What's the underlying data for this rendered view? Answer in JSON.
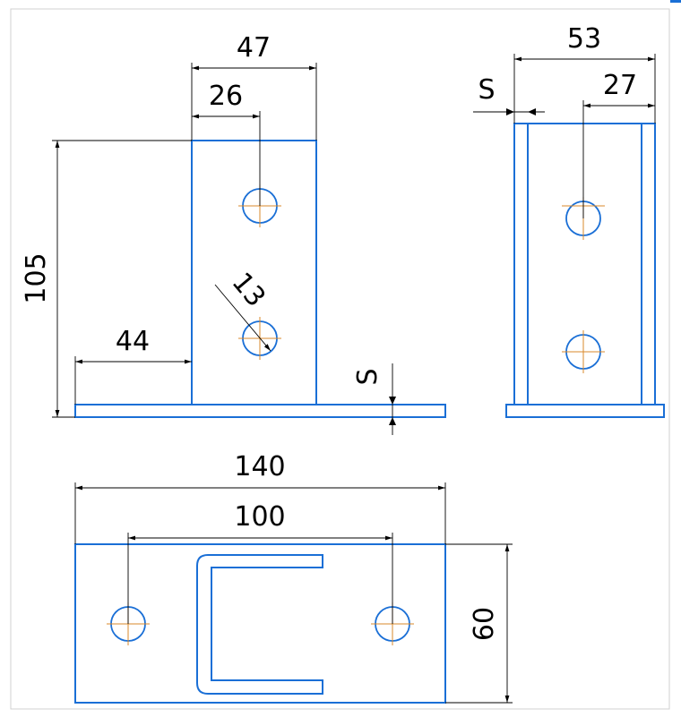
{
  "colors": {
    "outline": "#1a6fd6",
    "center": "#d98a2b",
    "dimension": "#000000"
  },
  "dimensions": {
    "front_width": "47",
    "front_hole_offset": "26",
    "front_height": "105",
    "front_hole_diameter": "13",
    "front_left_flange": "44",
    "front_thickness": "S",
    "side_width": "53",
    "side_hole_offset": "27",
    "side_thickness": "S",
    "plan_length": "140",
    "plan_hole_spacing": "100",
    "plan_width": "60"
  }
}
